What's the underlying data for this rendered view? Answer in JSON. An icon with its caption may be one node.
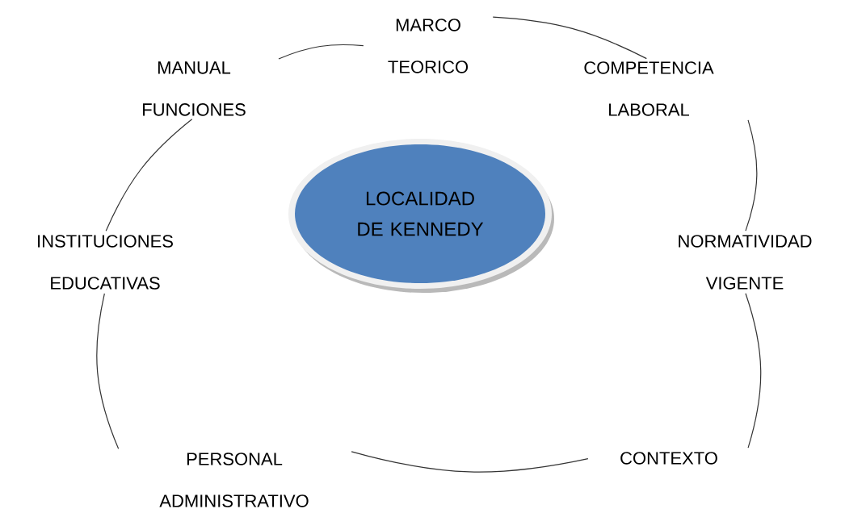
{
  "diagram": {
    "nodes": [
      {
        "text": [
          "MARCO TEORICO"
        ]
      },
      {
        "text": [
          "MANUAL FUNCIONES"
        ]
      },
      {
        "text": [
          "COMPETENCIA LABORAL"
        ]
      },
      {
        "text": [
          "LOCALIDAD DE KENNEDY"
        ]
      },
      {
        "text": [
          "INSTITUCIONES EDUCATIVAS"
        ]
      },
      {
        "text": [
          "NORMATIVIDAD VIGENTE"
        ]
      },
      {
        "text": [
          "PERSONAL ADMINISTRATIVO"
        ]
      },
      {
        "text": [
          "CONTEXTO"
        ]
      }
    ],
    "edges": [
      {
        "from": 0,
        "to": 2,
        "arrow": "none"
      },
      {
        "from": 2,
        "to": 5,
        "arrow": "none"
      },
      {
        "from": 5,
        "to": 7,
        "arrow": "none"
      },
      {
        "from": 7,
        "to": 6,
        "arrow": "none"
      },
      {
        "from": 6,
        "to": 4,
        "arrow": "none"
      },
      {
        "from": 4,
        "to": 1,
        "arrow": "none"
      },
      {
        "from": 1,
        "to": 0,
        "arrow": "none"
      }
    ]
  }
}
